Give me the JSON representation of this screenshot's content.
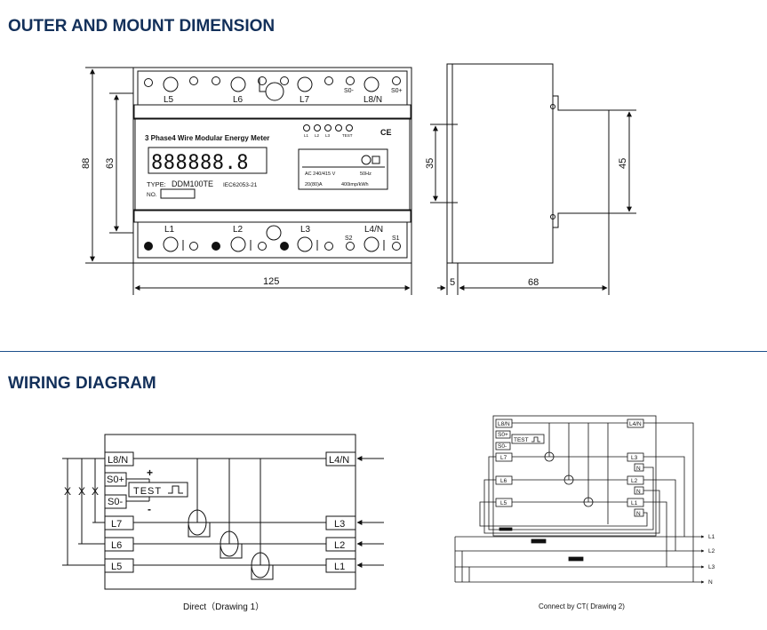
{
  "headings": {
    "outer": "OUTER AND MOUNT DIMENSION",
    "wiring": "WIRING DIAGRAM"
  },
  "front": {
    "top_labels": [
      "L5",
      "L6",
      "L7",
      "S0-",
      "L8/N",
      "S0+"
    ],
    "bottom_labels": [
      "L1",
      "L2",
      "L3",
      "S2",
      "L4/N",
      "S1"
    ],
    "title": "3 Phase4 Wire Modular Energy Meter",
    "led_labels": [
      "L1",
      "L2",
      "L3",
      "TEST"
    ],
    "ce": "CE",
    "display": "888888.8",
    "type_label": "TYPE:",
    "type_value": "DDM100TE",
    "standard": "IEC62053-21",
    "no_label": "NO.",
    "spec_voltage": "AC 240/415 V",
    "spec_freq": "50Hz",
    "spec_current": "20(80)A",
    "spec_const": "400imp/kWh",
    "dim_width": "125",
    "dim_height": "88",
    "dim_inner": "63"
  },
  "side": {
    "dim_35": "35",
    "dim_45": "45",
    "dim_5": "5",
    "dim_68": "68"
  },
  "direct": {
    "left_terminals": [
      "L8/N",
      "S0+",
      "S0-",
      "L7",
      "L6",
      "L5"
    ],
    "right_terminals": [
      "L4/N",
      "L3",
      "L2",
      "L1"
    ],
    "plus": "+",
    "minus": "-",
    "test": "TEST",
    "x_marks": [
      "X",
      "X",
      "X"
    ],
    "caption": "Direct（Drawing 1）"
  },
  "ct": {
    "left_terminals": [
      "L8/N",
      "S0+",
      "S0-",
      "L7",
      "L6",
      "L5"
    ],
    "right_terminals": [
      "L4/N",
      "L3",
      "N",
      "L2",
      "N",
      "L1",
      "N"
    ],
    "test": "TEST",
    "lines": [
      "L1",
      "L2",
      "L3",
      "N"
    ],
    "caption": "Connect by CT( Drawing 2)"
  }
}
